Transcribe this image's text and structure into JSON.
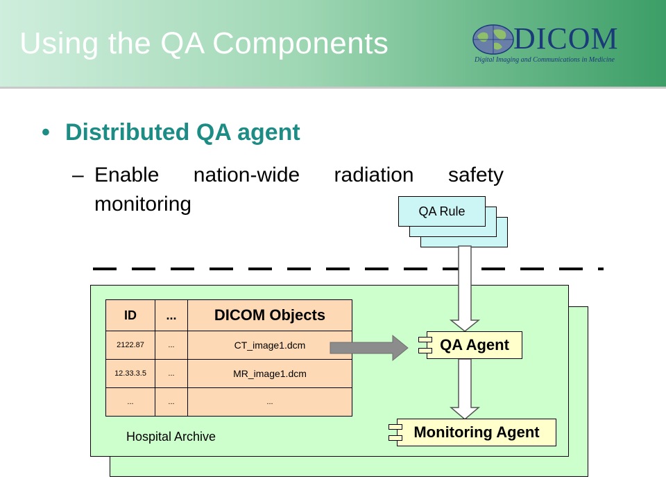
{
  "slide": {
    "title": "Using the QA Components",
    "logo": {
      "name": "DICOM",
      "tagline": "Digital Imaging and Communications in Medicine"
    },
    "bullets": [
      {
        "text": "Distributed QA agent"
      },
      {
        "text": "Enable nation-wide radiation safety monitoring"
      }
    ],
    "bullet_marks": {
      "dot": "•",
      "dash": "–"
    }
  },
  "diagram": {
    "qa_rule": "QA Rule",
    "archive_label": "Hospital Archive",
    "table": {
      "headers": [
        "ID",
        "...",
        "DICOM Objects"
      ],
      "rows": [
        [
          "2122.87",
          "...",
          "CT_image1.dcm"
        ],
        [
          "12.33.3.5",
          "...",
          "MR_image1.dcm"
        ],
        [
          "...",
          "...",
          "..."
        ]
      ]
    },
    "qa_agent": "QA Agent",
    "monitoring_agent": "Monitoring Agent"
  },
  "colors": {
    "title_green": "#3c9e66",
    "bullet_teal": "#1d8c85",
    "archive_fill": "#ccffcc",
    "table_fill": "#fdd9b5",
    "rule_fill": "#ccf5f5",
    "agent_fill": "#ffffcc"
  }
}
